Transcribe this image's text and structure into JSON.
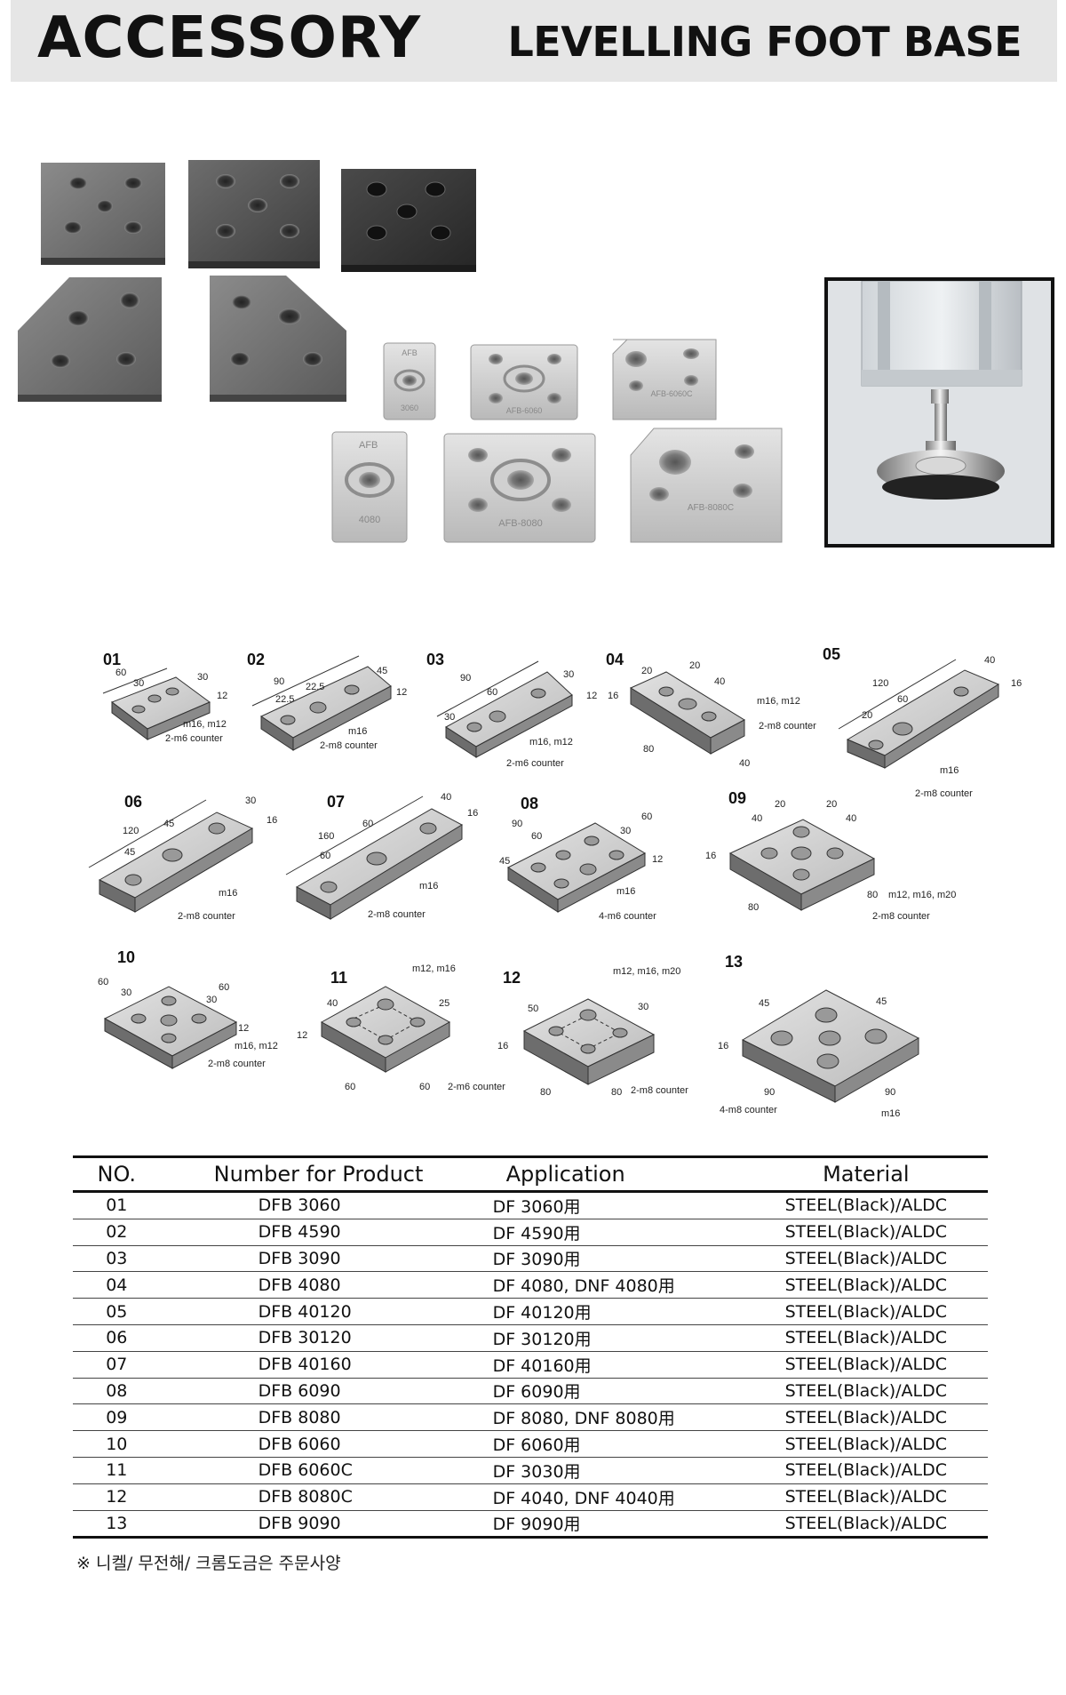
{
  "header": {
    "title": "ACCESSORY",
    "subtitle": "LEVELLING FOOT BASE"
  },
  "photo_labels": {
    "p1": "AFB",
    "p1b": "3060",
    "p2": "AFB-6060",
    "p3": "AFB-6060C",
    "p4": "AFB",
    "p4b": "4080",
    "p5": "AFB-8080",
    "p6": "AFB-8080C"
  },
  "diagrams": [
    {
      "no": "01",
      "dims": [
        "60",
        "30",
        "30",
        "12"
      ],
      "thread": "m16, m12",
      "counter": "2-m6 counter"
    },
    {
      "no": "02",
      "dims": [
        "90",
        "22.5",
        "22.5",
        "45",
        "12"
      ],
      "thread": "m16",
      "counter": "2-m8 counter"
    },
    {
      "no": "03",
      "dims": [
        "90",
        "60",
        "30",
        "30",
        "12"
      ],
      "thread": "m16, m12",
      "counter": "2-m6 counter"
    },
    {
      "no": "04",
      "dims": [
        "20",
        "20",
        "40",
        "16",
        "80",
        "40"
      ],
      "thread": "m16, m12",
      "counter": "2-m8 counter"
    },
    {
      "no": "05",
      "dims": [
        "120",
        "60",
        "20",
        "40",
        "16"
      ],
      "thread": "m16",
      "counter": "2-m8 counter"
    },
    {
      "no": "06",
      "dims": [
        "120",
        "45",
        "45",
        "30",
        "16"
      ],
      "thread": "m16",
      "counter": "2-m8 counter"
    },
    {
      "no": "07",
      "dims": [
        "160",
        "60",
        "60",
        "40",
        "16"
      ],
      "thread": "m16",
      "counter": "2-m8 counter"
    },
    {
      "no": "08",
      "dims": [
        "90",
        "60",
        "45",
        "30",
        "60",
        "12"
      ],
      "thread": "m16",
      "counter": "4-m6 counter"
    },
    {
      "no": "09",
      "dims": [
        "40",
        "20",
        "20",
        "40",
        "16",
        "80",
        "80"
      ],
      "thread": "m12, m16, m20",
      "counter": "2-m8 counter"
    },
    {
      "no": "10",
      "dims": [
        "60",
        "30",
        "30",
        "60",
        "12"
      ],
      "thread": "m16, m12",
      "counter": "2-m8 counter"
    },
    {
      "no": "11",
      "dims": [
        "40",
        "25",
        "12",
        "60",
        "60"
      ],
      "thread": "m12, m16",
      "counter": "2-m6 counter"
    },
    {
      "no": "12",
      "dims": [
        "50",
        "30",
        "16",
        "80",
        "80"
      ],
      "thread": "m12, m16, m20",
      "counter": "2-m8 counter"
    },
    {
      "no": "13",
      "dims": [
        "45",
        "45",
        "16",
        "90",
        "90"
      ],
      "thread": "m16",
      "counter": "4-m8 counter"
    }
  ],
  "table": {
    "headers": [
      "NO.",
      "Number for Product",
      "Application",
      "Material"
    ],
    "rows": [
      {
        "no": "01",
        "product": "DFB 3060",
        "application": "DF 3060用",
        "material": "STEEL(Black)/ALDC"
      },
      {
        "no": "02",
        "product": "DFB 4590",
        "application": "DF 4590用",
        "material": "STEEL(Black)/ALDC"
      },
      {
        "no": "03",
        "product": "DFB 3090",
        "application": "DF 3090用",
        "material": "STEEL(Black)/ALDC"
      },
      {
        "no": "04",
        "product": "DFB 4080",
        "application": "DF 4080, DNF 4080用",
        "material": "STEEL(Black)/ALDC"
      },
      {
        "no": "05",
        "product": "DFB 40120",
        "application": "DF 40120用",
        "material": "STEEL(Black)/ALDC"
      },
      {
        "no": "06",
        "product": "DFB 30120",
        "application": "DF 30120用",
        "material": "STEEL(Black)/ALDC"
      },
      {
        "no": "07",
        "product": "DFB 40160",
        "application": "DF 40160用",
        "material": "STEEL(Black)/ALDC"
      },
      {
        "no": "08",
        "product": "DFB 6090",
        "application": "DF 6090用",
        "material": "STEEL(Black)/ALDC"
      },
      {
        "no": "09",
        "product": "DFB 8080",
        "application": "DF 8080, DNF 8080用",
        "material": "STEEL(Black)/ALDC"
      },
      {
        "no": "10",
        "product": "DFB 6060",
        "application": "DF 6060用",
        "material": "STEEL(Black)/ALDC"
      },
      {
        "no": "11",
        "product": "DFB 6060C",
        "application": "DF 3030用",
        "material": "STEEL(Black)/ALDC"
      },
      {
        "no": "12",
        "product": "DFB 8080C",
        "application": "DF 4040, DNF 4040用",
        "material": "STEEL(Black)/ALDC"
      },
      {
        "no": "13",
        "product": "DFB 9090",
        "application": "DF 9090用",
        "material": "STEEL(Black)/ALDC"
      }
    ]
  },
  "note": "※ 니켈/ 무전해/ 크롬도금은 주문사양"
}
